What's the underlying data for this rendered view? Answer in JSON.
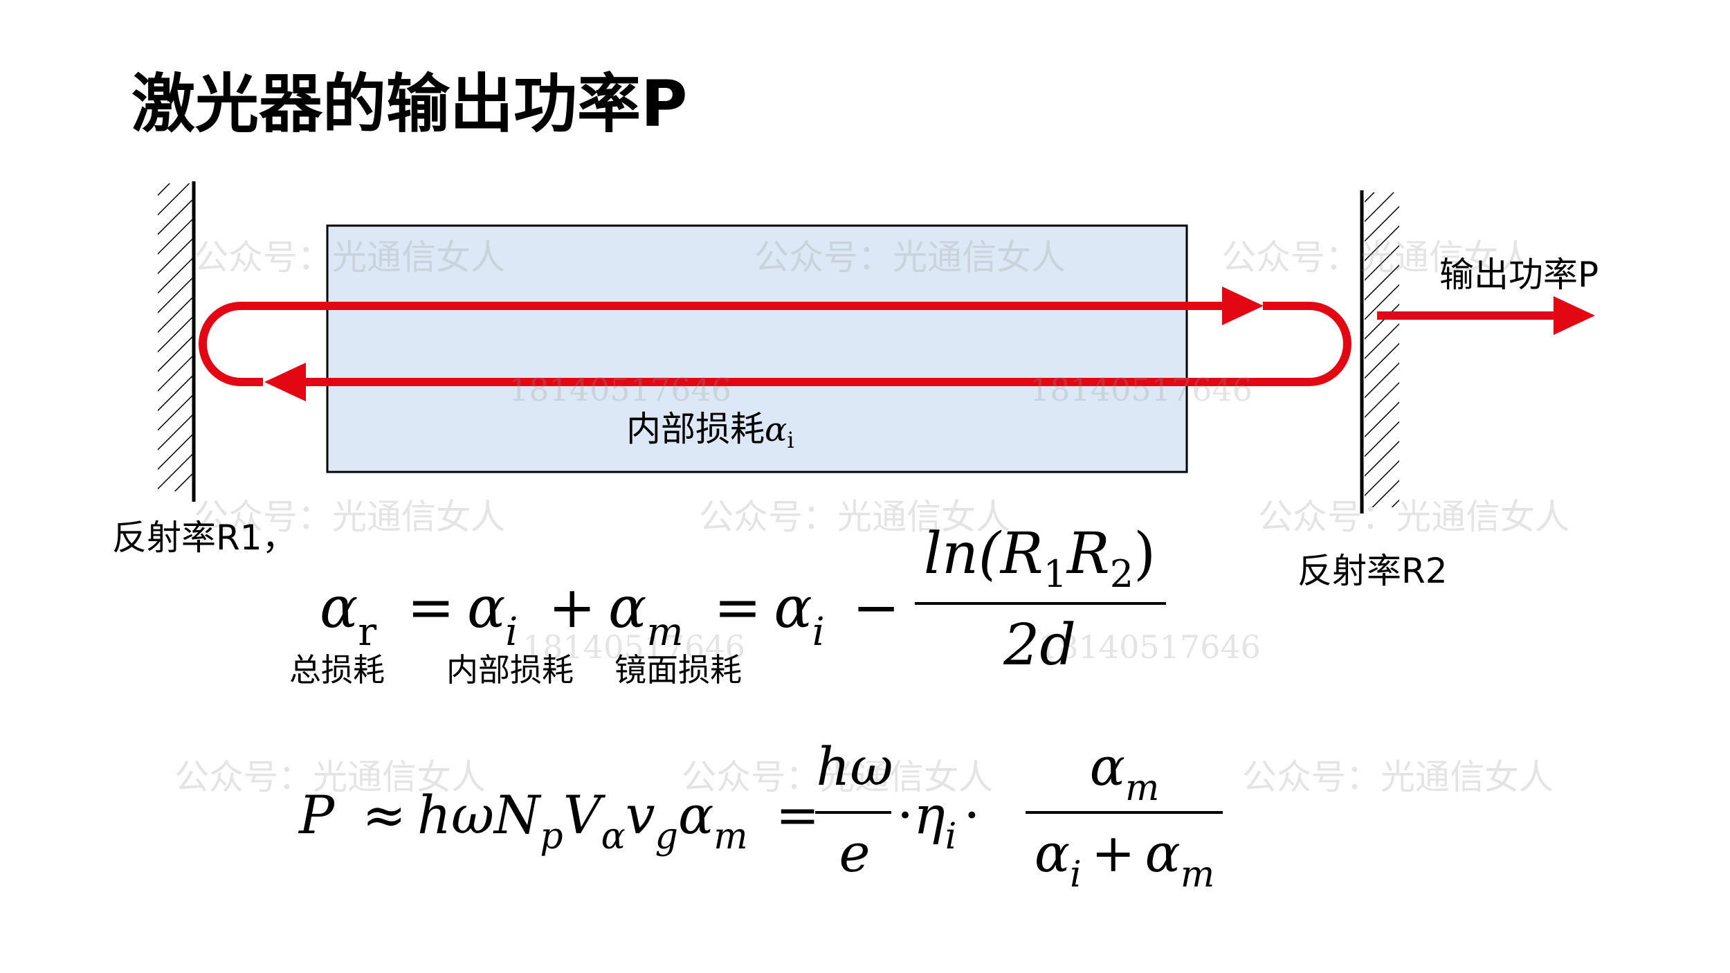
{
  "title": "激光器的输出功率P",
  "watermark": {
    "account": "公众号：光通信女人",
    "number": "18140517646"
  },
  "diagram": {
    "gain_label": "内部损耗",
    "gain_symbol": "α",
    "gain_subscript": "i",
    "output_label": "输出功率P",
    "mirror_left_label": "反射率R1，",
    "mirror_right_label": "反射率R2",
    "colors": {
      "medium_fill": "#dce8f5",
      "beam": "#e30613",
      "outline": "#000000"
    }
  },
  "equation1": {
    "lhs": "α",
    "lhs_sub": "r",
    "eq": "=",
    "t1": "α",
    "t1_sub": "i",
    "plus": "+",
    "t2": "α",
    "t2_sub": "m",
    "eq2": "=",
    "t3": "α",
    "t3_sub": "i",
    "minus": "−",
    "numerator": "ln(R",
    "num_sub1": "1",
    "num_mid": "R",
    "num_sub2": "2",
    "num_close": ")",
    "denominator": "2d",
    "labels": {
      "total": "总损耗",
      "internal": "内部损耗",
      "mirror": "镜面损耗"
    }
  },
  "equation2": {
    "lhs": "P",
    "approx": "≈",
    "product": "hωN",
    "sub_p": "p",
    "v": "V",
    "sub_alpha": "α",
    "nu": "v",
    "sub_g": "g",
    "am": "α",
    "sub_m": "m",
    "eq": "=",
    "frac1_num": "hω",
    "frac1_den": "e",
    "dot": "·",
    "eta": "η",
    "eta_sub": "i",
    "frac2_num": "α",
    "frac2_num_sub": "m",
    "frac2_den_a": "α",
    "frac2_den_a_sub": "i",
    "frac2_den_plus": "+",
    "frac2_den_b": "α",
    "frac2_den_b_sub": "m"
  }
}
